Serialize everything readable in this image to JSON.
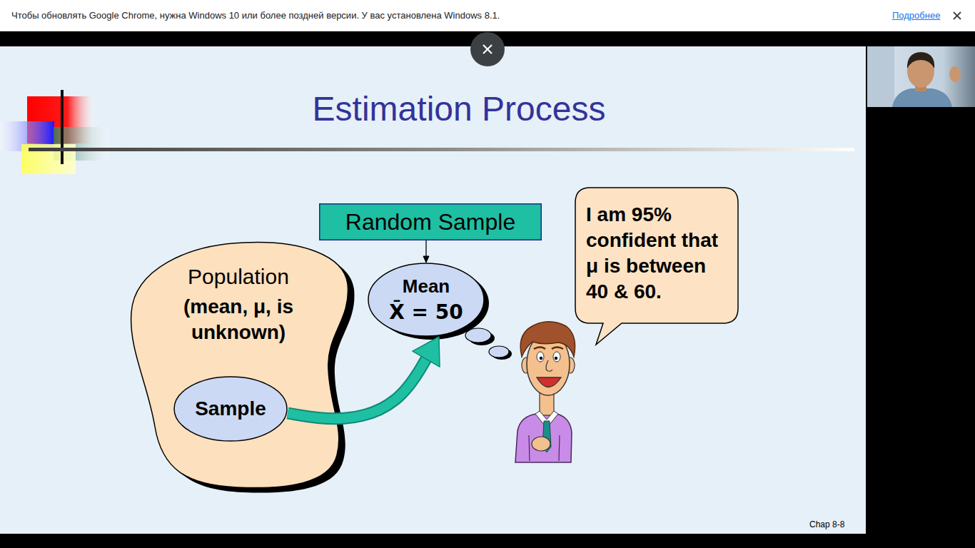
{
  "diagram": {
    "title": "Estimation Process",
    "nodes": [
      {
        "text": [
          "Population",
          "(mean, μ, is unknown)"
        ]
      },
      {
        "text": [
          "Sample"
        ],
        "in": 0
      },
      {
        "text": [
          "Random Sample"
        ]
      },
      {
        "text": [
          "Mean",
          "X̄ = 50"
        ]
      },
      {
        "text": [
          "I am 95% confident that μ is between 40 & 60."
        ]
      }
    ],
    "edges": [
      {
        "from": 1,
        "to": 3,
        "arrow": "to"
      },
      {
        "from": 2,
        "to": 3,
        "arrow": "to"
      }
    ],
    "labels": [
      "Чтобы обновлять Google Chrome, нужна Windows 10 или более поздней версии. У вас установлена Windows 8.1.",
      "Подробнее",
      "Chap 8-8"
    ]
  }
}
